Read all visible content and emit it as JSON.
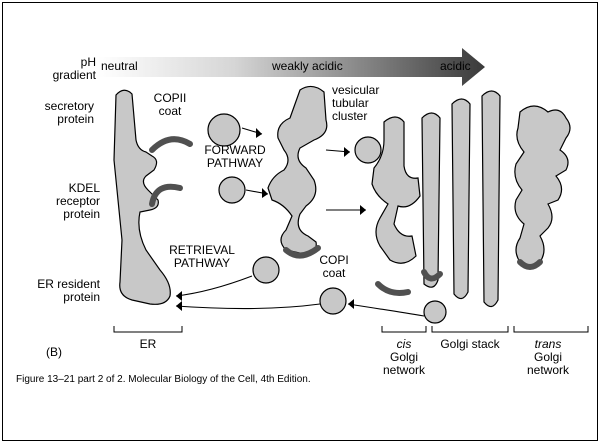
{
  "diagram": {
    "ph_label_1": "pH",
    "ph_label_2": "gradient",
    "gradient_neutral": "neutral",
    "gradient_weakly": "weakly acidic",
    "gradient_acidic": "acidic",
    "secretory_1": "secretory",
    "secretory_2": "protein",
    "copii_1": "COPII",
    "copii_2": "coat",
    "forward_1": "FORWARD",
    "forward_2": "PATHWAY",
    "vesicular_1": "vesicular",
    "vesicular_2": "tubular",
    "vesicular_3": "cluster",
    "kdel_1": "KDEL",
    "kdel_2": "receptor",
    "kdel_3": "protein",
    "retrieval_1": "RETRIEVAL",
    "retrieval_2": "PATHWAY",
    "copi_1": "COPI",
    "copi_2": "coat",
    "er_resident_1": "ER resident",
    "er_resident_2": "protein",
    "panel_letter": "(B)",
    "er_label": "ER",
    "cis_1": "cis",
    "cis_2": "Golgi",
    "cis_3": "network",
    "golgi_stack": "Golgi stack",
    "trans_1": "trans",
    "trans_2": "Golgi",
    "trans_3": "network"
  },
  "caption": "Figure 13–21 part 2 of 2. Molecular Biology of the Cell, 4th Edition.",
  "colors": {
    "membrane_fill": "#c8c8c8",
    "coat": "#505050",
    "gradient_start": "#ffffff",
    "gradient_end": "#3a3a3a"
  }
}
